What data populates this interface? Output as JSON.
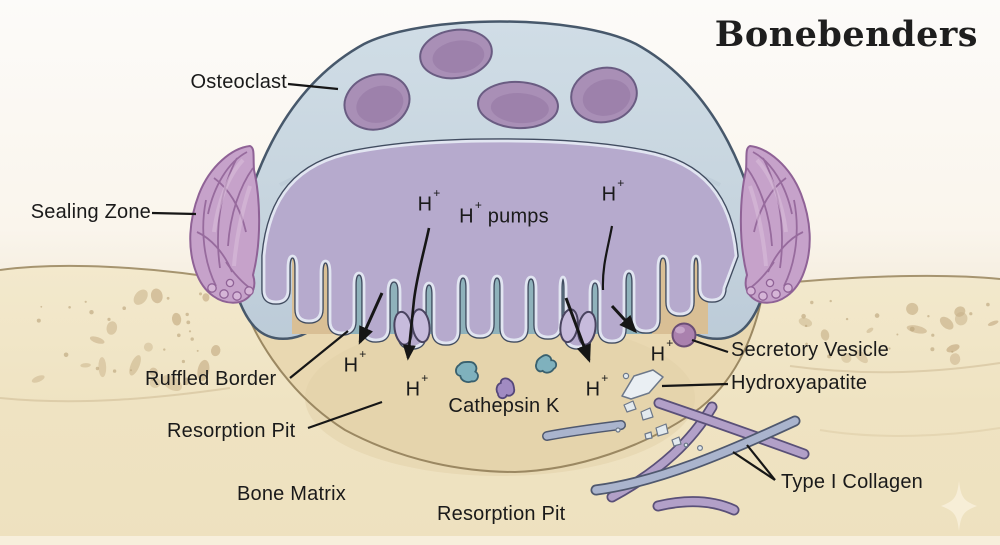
{
  "logo": {
    "text": "Bonebenders"
  },
  "labels": {
    "osteoclast": "Osteoclast",
    "sealing_zone": "Sealing Zone",
    "h_ion": {
      "base": "H",
      "sup": "+"
    },
    "h_pumps": {
      "base": "H",
      "sup": "+",
      "rest": " pumps"
    },
    "ruffled_border": "Ruffled Border",
    "cathepsin_k": "Cathepsin K",
    "secretory_vesicle": "Secretory Vesicle",
    "hydroxyapatite": "Hydroxyapatite",
    "resorption_pit": "Resorption Pit",
    "type_i_collagen": "Type I Collagen",
    "bone_matrix": "Bone Matrix"
  },
  "colors": {
    "background": "#fcfbf8",
    "bone_matrix": "#f2e7c9",
    "resorption_pit": "#e9d8b1",
    "cell_body": "#c8d6e0",
    "cell_outline": "#47586b",
    "nucleus": "#a98fb6",
    "ruffled_membrane": "#b6aacd",
    "membrane_highlight": "#e1e5f1",
    "membrane_dark": "#414c60",
    "lacuna_teal": "#8fb2bb",
    "sealing_zone": "#c6a2ca",
    "enzyme_teal": "#7fb1bd",
    "enzyme_purple": "#a18bc2",
    "secretory_vesicle": "#aa81ae",
    "collagen_purple": "#b2a0c8",
    "collagen_blue": "#aab4cd",
    "annotation": "#1a1a1a"
  }
}
